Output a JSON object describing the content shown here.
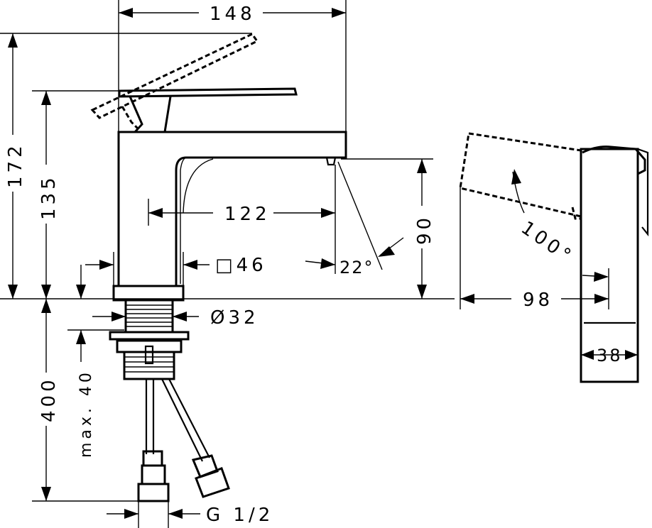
{
  "drawing": {
    "dimensions": {
      "overall_width": "148",
      "spout_reach": "122",
      "overall_height": "172",
      "lever_height": "135",
      "spout_height": "90",
      "body_square": "□46",
      "shank_diameter": "Ø32",
      "mounting_depth": "max. 40",
      "hose_length": "400",
      "connection_thread": "G 1/2",
      "spout_angle": "22°",
      "lever_swing": "100°",
      "side_depth": "98",
      "side_width": "38"
    }
  }
}
